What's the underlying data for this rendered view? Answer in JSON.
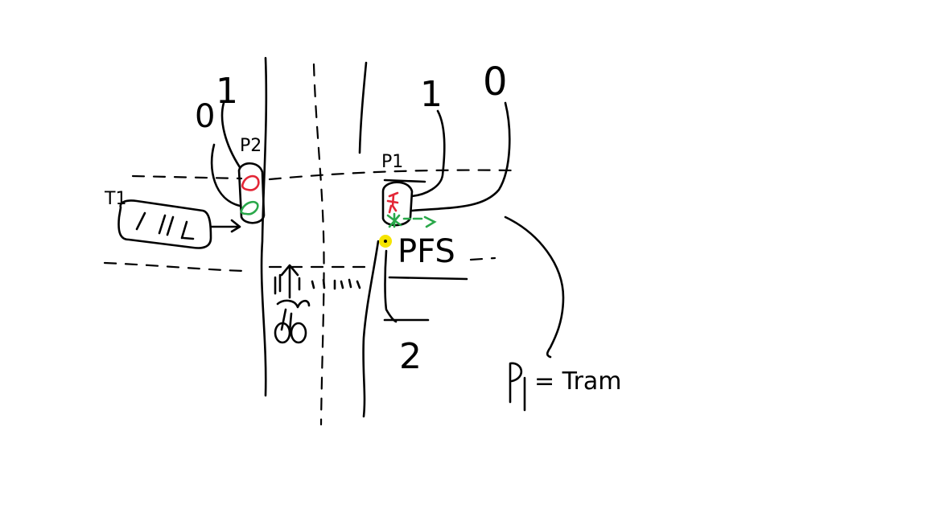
{
  "labels": {
    "t1": "T1",
    "p2": "P2",
    "p1": "P1",
    "pfs": "PFS",
    "legend_p1": "P1",
    "legend_text": "= Tram",
    "signal_t1_1": "1",
    "signal_t1_0": "0",
    "signal_p1_1": "1",
    "signal_p1_0": "0",
    "below_p1": "2"
  },
  "colors": {
    "ink": "#000000",
    "red_lamp": "#e32636",
    "green_lamp": "#2aa84a",
    "marker": "#f5e400"
  }
}
